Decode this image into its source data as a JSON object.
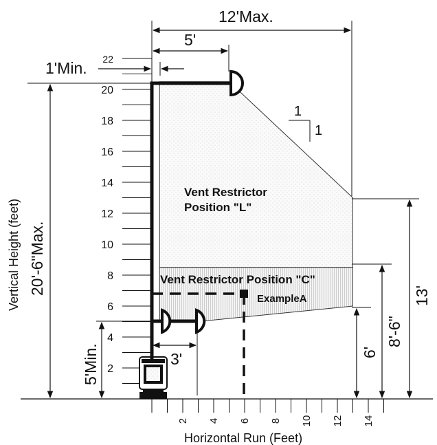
{
  "chart_data": {
    "type": "vent-diagram",
    "xlabel": "Horizontal Run (Feet)",
    "ylabel": "Vertical Height (feet)",
    "x_ticks": [
      2,
      4,
      6,
      8,
      10,
      12,
      14
    ],
    "y_ticks": [
      2,
      4,
      6,
      8,
      10,
      12,
      14,
      16,
      18,
      20,
      22
    ],
    "regions": [
      {
        "label_line1": "Vent Restrictor",
        "label_line2": "Position \"L\"",
        "polygon": [
          [
            0.5,
            20.5
          ],
          [
            5,
            20.5
          ],
          [
            13,
            13
          ],
          [
            13,
            8.5
          ],
          [
            0.5,
            8.5
          ]
        ]
      },
      {
        "label_line1": "Vent Restrictor Position \"C\"",
        "label_line2": "",
        "polygon": [
          [
            0.5,
            8.5
          ],
          [
            13,
            8.5
          ],
          [
            13,
            6
          ],
          [
            3,
            5
          ],
          [
            0.5,
            5
          ]
        ]
      }
    ],
    "example": {
      "label": "ExampleA",
      "x": 6,
      "y": 7
    },
    "slope": {
      "rise": "1",
      "run": "1"
    }
  },
  "dimensions": {
    "max_horizontal": "12'Max.",
    "horizontal_5ft": "5'",
    "min_1ft": "1'Min.",
    "max_vertical": "20'-6\"Max.",
    "min_5ft": "5'Min.",
    "horizontal_3ft": "3'",
    "vertical_6ft": "6'",
    "vertical_8_6": "8'-6\"",
    "vertical_13ft": "13'"
  }
}
